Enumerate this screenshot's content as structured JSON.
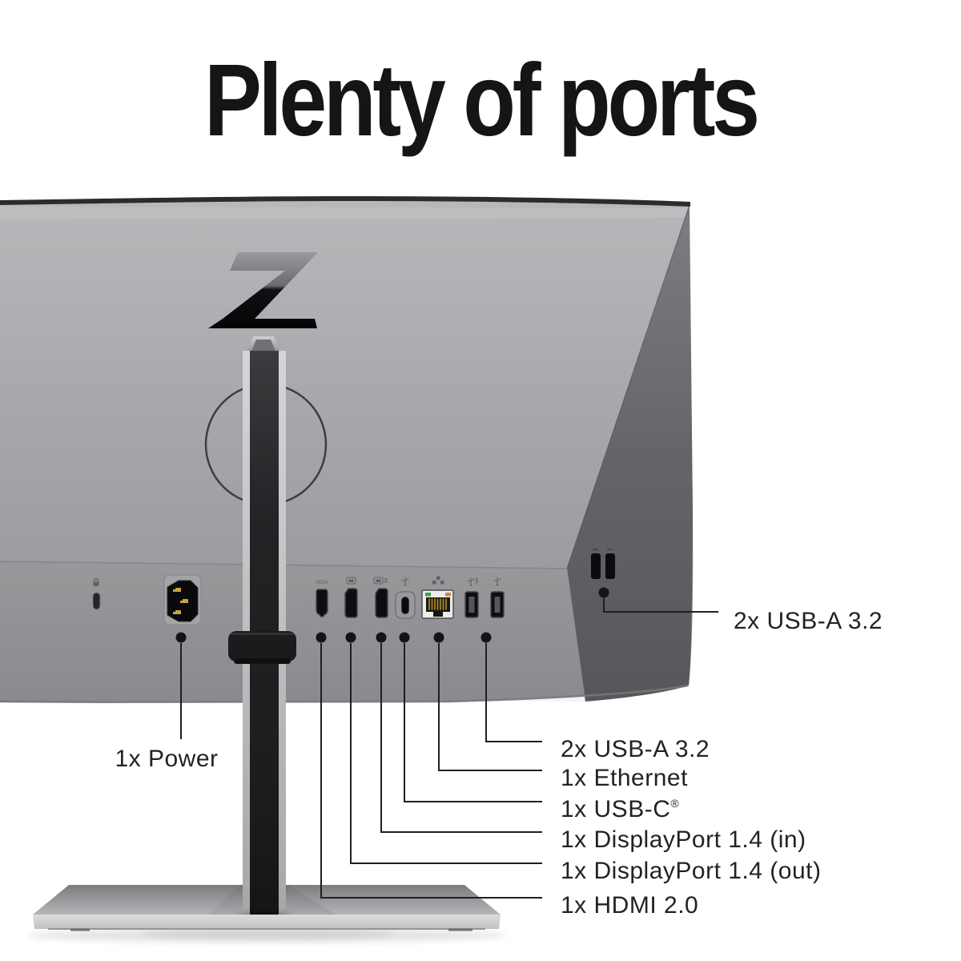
{
  "title": "Plenty of ports",
  "monitor": {
    "logo_letter": "Z",
    "rear_ports": [
      {
        "type": "hdmi",
        "icon": "hdmi-icon"
      },
      {
        "type": "displayport",
        "icon": "displayport-icon"
      },
      {
        "type": "displayport",
        "icon": "displayport-out-icon"
      },
      {
        "type": "usb-c",
        "icon": "usb-icon"
      },
      {
        "type": "ethernet",
        "icon": "ethernet-icon"
      },
      {
        "type": "usb-a",
        "icon": "usb-charging-icon"
      },
      {
        "type": "usb-a",
        "icon": "usb-icon"
      }
    ],
    "side_ports": [
      {
        "type": "usb-a"
      },
      {
        "type": "usb-a"
      }
    ],
    "power_inlet": {
      "type": "c14-power-inlet"
    },
    "security_slot": {
      "type": "kensington-lock-slot"
    }
  },
  "callouts": {
    "side": {
      "label": "2x USB-A 3.2"
    },
    "power": {
      "label": "1x Power"
    },
    "rear": [
      {
        "label": "2x USB-A 3.2"
      },
      {
        "label": "1x Ethernet"
      },
      {
        "label": "1x USB-C",
        "suffix": "®"
      },
      {
        "label": "1x DisplayPort 1.4 (in)"
      },
      {
        "label": "1x DisplayPort 1.4 (out)"
      },
      {
        "label": "1x HDMI 2.0"
      }
    ]
  },
  "colors": {
    "background": "#ffffff",
    "title_text": "#151515",
    "label_text": "#232323",
    "callout_line": "#1f1f21",
    "panel_light": "#adaeb1",
    "panel_dark": "#5f6063",
    "stand_dark": "#222225",
    "ethernet_green": "#3da04a",
    "ethernet_orange": "#cf8a2e",
    "pin_gold": "#c9a243"
  }
}
